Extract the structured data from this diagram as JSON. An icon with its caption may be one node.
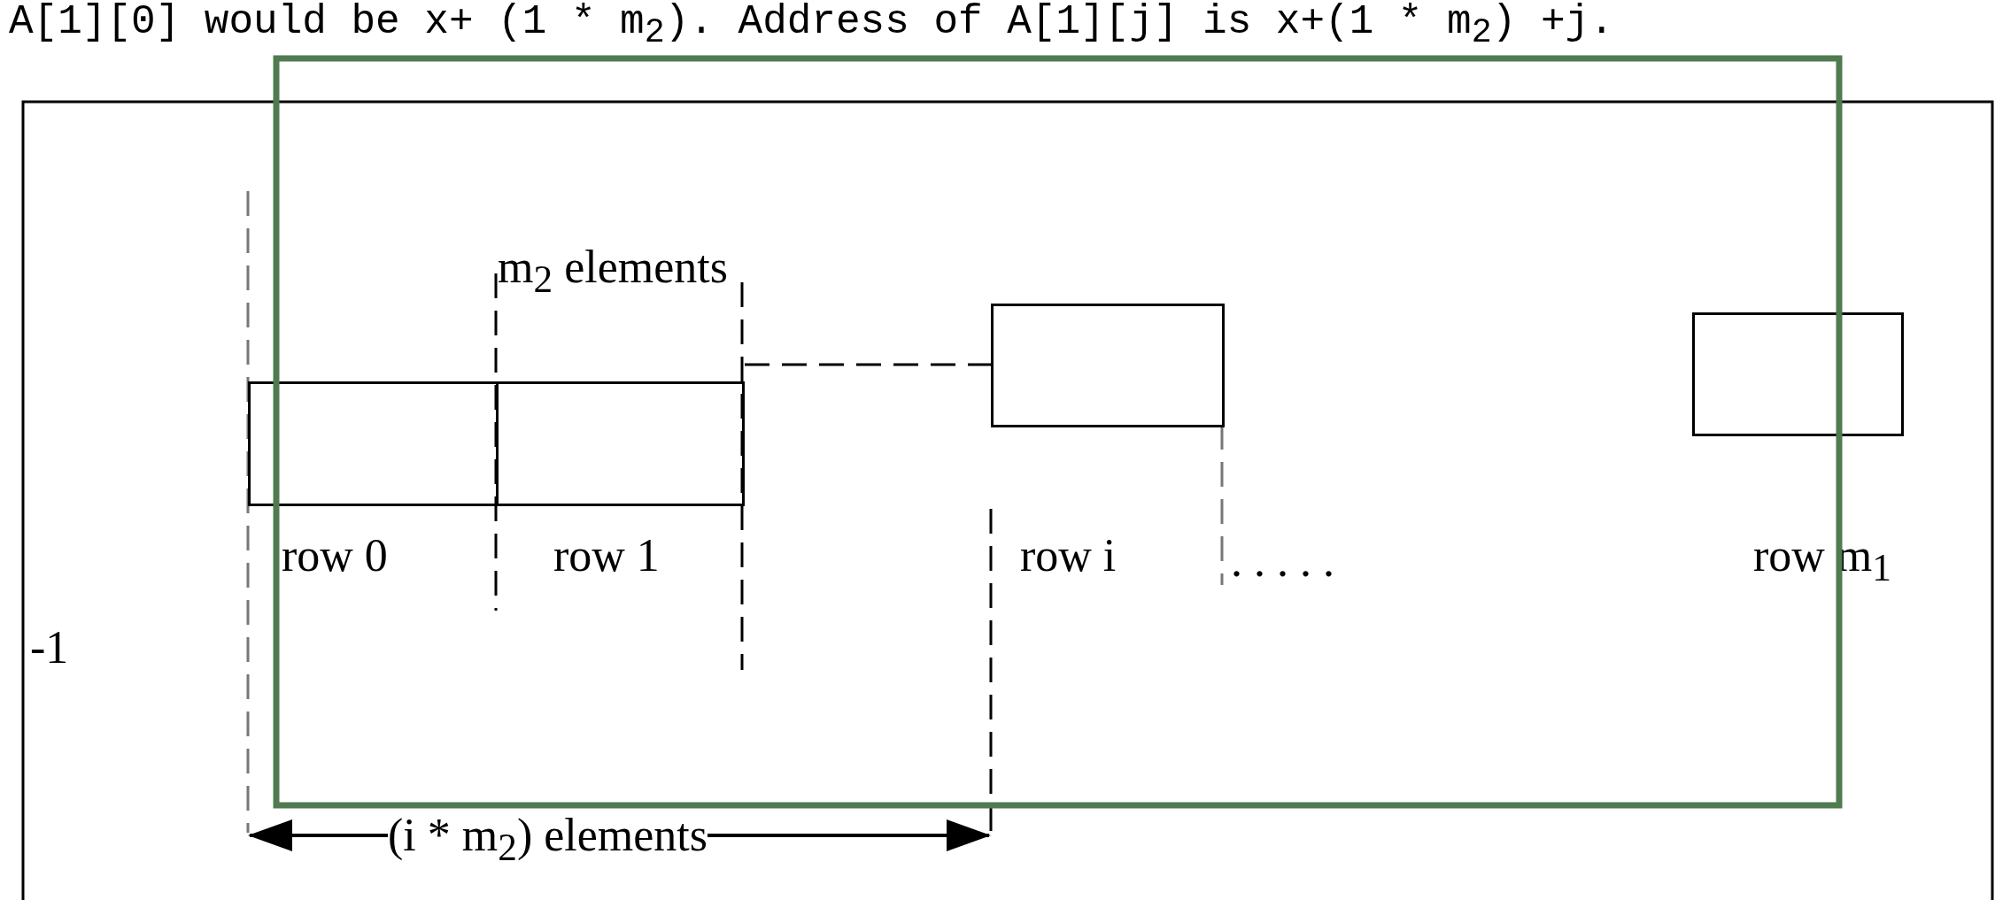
{
  "diagram": {
    "nodes": [
      {
        "text": [],
        "shape": "box",
        "beside": [
          "row 0"
        ]
      },
      {
        "text": [],
        "shape": "box",
        "beside": [
          "row 1"
        ]
      },
      {
        "text": [],
        "shape": "box",
        "beside": [
          "row i"
        ]
      },
      {
        "text": [],
        "shape": "box",
        "beside": [
          "row m$_{1}$"
        ]
      }
    ],
    "edges": [
      {
        "from": 1,
        "to": 2,
        "arrow": "none",
        "style": "dashed"
      }
    ],
    "labels": [
      "A[1][0] would be x+ (1 * m$_{2}$). Address of A[1][j] is x+(1 * m$_{2}$) +j.",
      "m$_{2}$ elements",
      ". . . . .",
      "-1",
      "(i * m$_{2}$) elements"
    ]
  }
}
